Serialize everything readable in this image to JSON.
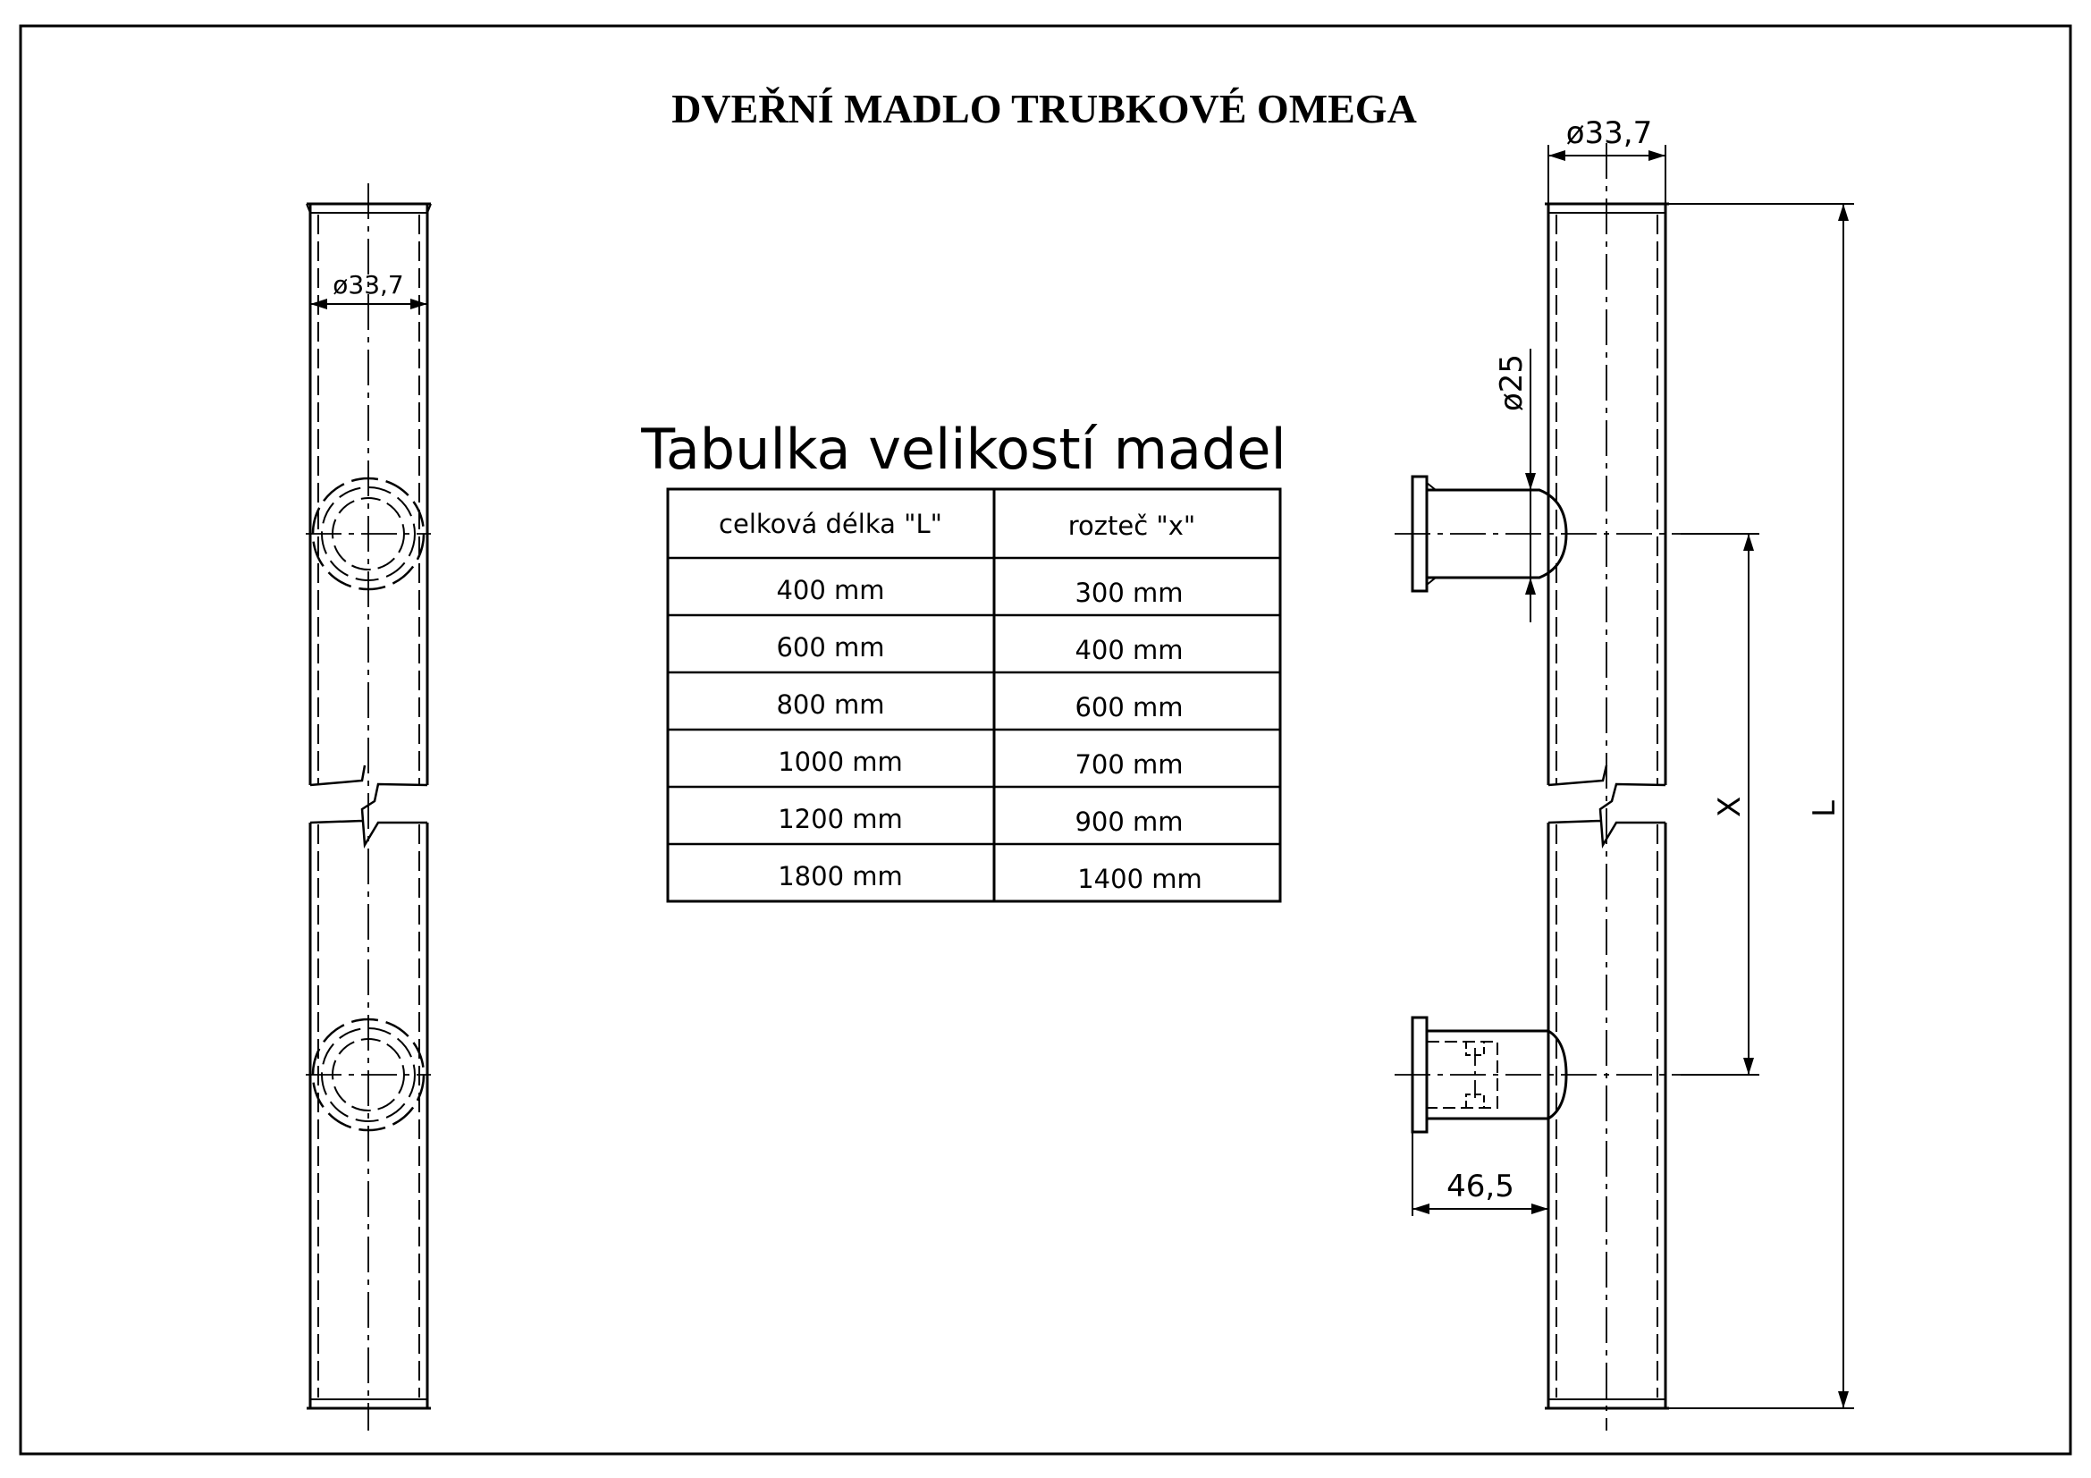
{
  "title": "DVEŘNÍ MADLO TRUBKOVÉ OMEGA",
  "table": {
    "title": "Tabulka velikostí madel",
    "headers": [
      "celková délka \"L\"",
      "rozteč \"x\""
    ],
    "rows": [
      [
        "400 mm",
        "300 mm"
      ],
      [
        "600 mm",
        "400 mm"
      ],
      [
        "800 mm",
        "600 mm"
      ],
      [
        "1000 mm",
        "700 mm"
      ],
      [
        "1200 mm",
        "900 mm"
      ],
      [
        "1800 mm",
        "1400 mm"
      ]
    ]
  },
  "dimensions": {
    "front_diameter": "ø33,7",
    "side_diameter": "ø33,7",
    "post_diameter": "ø25",
    "pitch": "X",
    "length": "L",
    "standoff": "46,5"
  },
  "colors": {
    "line": "#000000",
    "background": "#ffffff"
  }
}
